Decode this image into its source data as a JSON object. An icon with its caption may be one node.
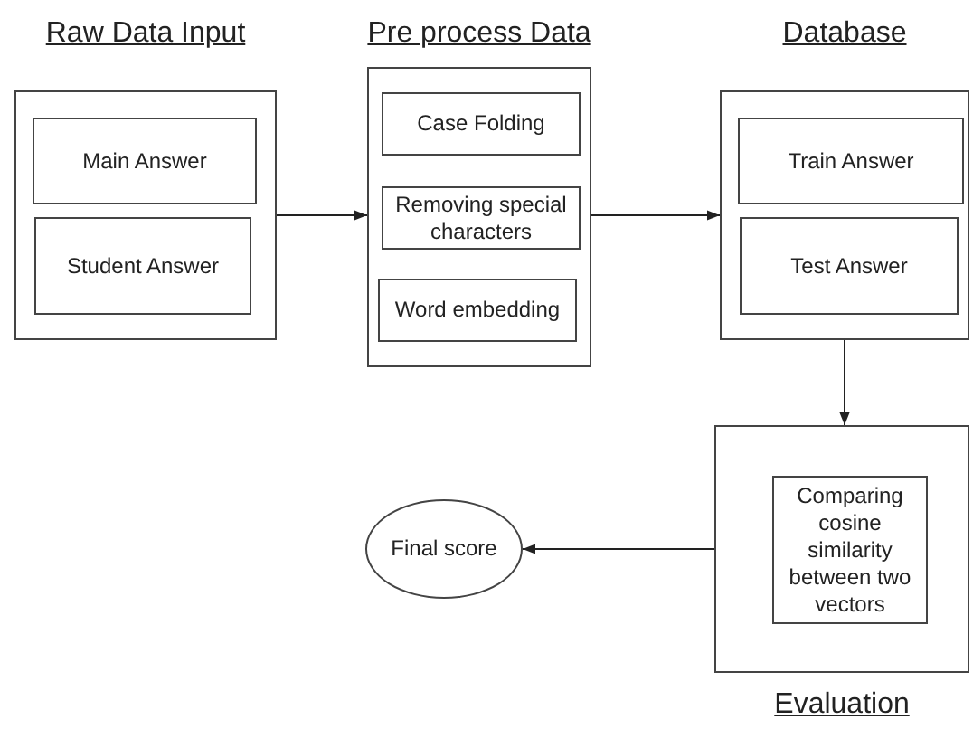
{
  "diagram": {
    "nodes": [
      {
        "text": [
          "Raw Data Input"
        ]
      },
      {
        "text": [
          "Main Answer"
        ],
        "in": 0
      },
      {
        "text": [
          "Student Answer"
        ],
        "in": 0
      },
      {
        "text": [
          "Pre process Data"
        ]
      },
      {
        "text": [
          "Case Folding"
        ],
        "in": 3
      },
      {
        "text": [
          "Removing special characters"
        ],
        "in": 3
      },
      {
        "text": [
          "Word embedding"
        ],
        "in": 3
      },
      {
        "text": [
          "Database"
        ]
      },
      {
        "text": [
          "Train Answer"
        ],
        "in": 7
      },
      {
        "text": [
          "Test Answer"
        ],
        "in": 7
      },
      {
        "text": [
          "Evaluation"
        ]
      },
      {
        "text": [
          "Comparing cosine similarity between two vectors"
        ],
        "in": 10
      },
      {
        "text": [
          "Final score"
        ]
      }
    ],
    "edges": [
      {
        "from": 0,
        "to": 3,
        "arrow": "to"
      },
      {
        "from": 3,
        "to": 7,
        "arrow": "to"
      },
      {
        "from": 7,
        "to": 10,
        "arrow": "to"
      },
      {
        "from": 10,
        "to": 12,
        "arrow": "to"
      }
    ]
  }
}
